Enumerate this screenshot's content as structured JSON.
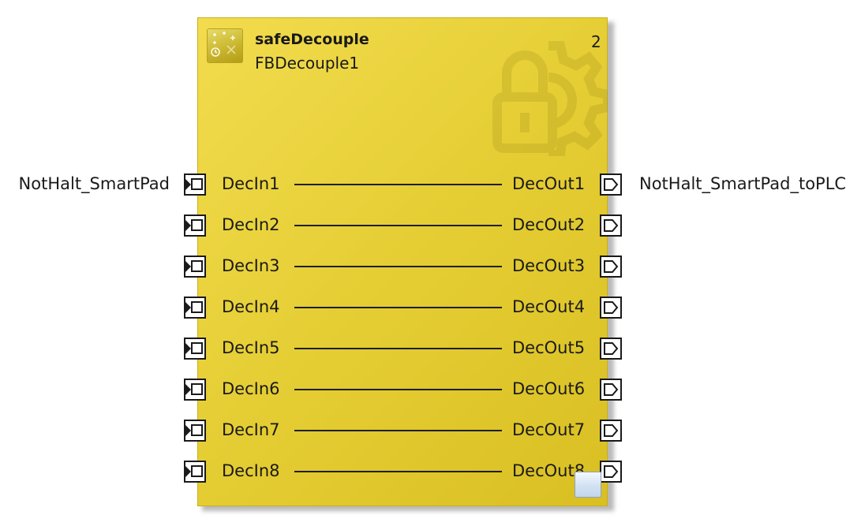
{
  "block": {
    "type_name": "safeDecouple",
    "instance_name": "FBDecouple1",
    "execution_number": "2",
    "color": "#e6cf36",
    "icon": "safety-block-icon",
    "watermark": "lock-gear-icon"
  },
  "pins": [
    {
      "input": "DecIn1",
      "output": "DecOut1"
    },
    {
      "input": "DecIn2",
      "output": "DecOut2"
    },
    {
      "input": "DecIn3",
      "output": "DecOut3"
    },
    {
      "input": "DecIn4",
      "output": "DecOut4"
    },
    {
      "input": "DecIn5",
      "output": "DecOut5"
    },
    {
      "input": "DecIn6",
      "output": "DecOut6"
    },
    {
      "input": "DecIn7",
      "output": "DecOut7"
    },
    {
      "input": "DecIn8",
      "output": "DecOut8"
    }
  ],
  "external": {
    "input_signal": "NotHalt_SmartPad",
    "output_signal": "NotHalt_SmartPad_toPLC"
  }
}
